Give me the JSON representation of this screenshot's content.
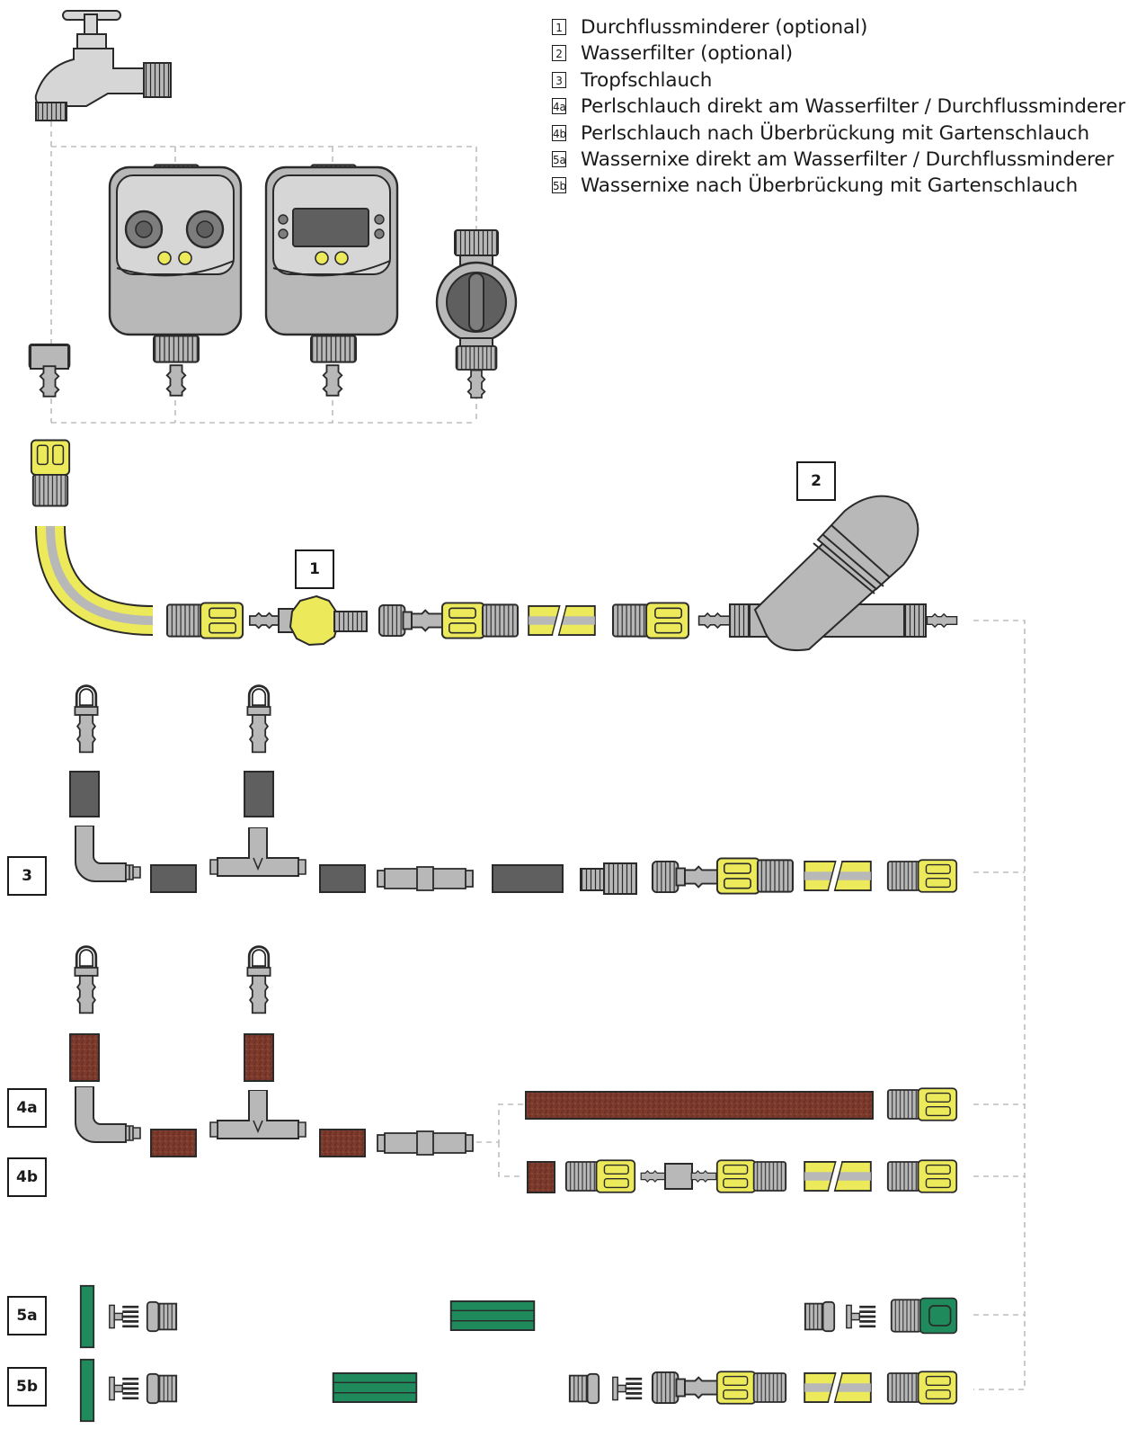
{
  "legend": [
    {
      "num": "1",
      "text": "Durchflussminderer (optional)"
    },
    {
      "num": "2",
      "text": "Wasserfilter (optional)"
    },
    {
      "num": "3",
      "text": "Tropfschlauch"
    },
    {
      "num": "4a",
      "text": "Perlschlauch direkt am Wasserfilter / Durchflussminderer"
    },
    {
      "num": "4b",
      "text": "Perlschlauch nach Überbrückung mit Gartenschlauch"
    },
    {
      "num": "5a",
      "text": "Wassernixe direkt am Wasserfilter / Durchflussminderer"
    },
    {
      "num": "5b",
      "text": "Wassernixe nach Überbrückung mit Gartenschlauch"
    }
  ],
  "callouts": {
    "c1": "1",
    "c2": "2",
    "c3": "3",
    "c4a": "4a",
    "c4b": "4b",
    "c5a": "5a",
    "c5b": "5b"
  },
  "colors": {
    "grey_body": "#b8b8b8",
    "grey_dark": "#7d7d7d",
    "tube_dark": "#5f5f5f",
    "yellow": "#ecea5b",
    "porous_brown": "#7b3a2c",
    "green_hose": "#1f8a5c",
    "outline": "#2a2a2a",
    "dash": "#bdbdbd"
  },
  "icons": [
    "faucet-icon",
    "twin-dial-timer-icon",
    "digital-timer-icon",
    "valve-timer-icon",
    "hose-connector-icon",
    "garden-hose-icon",
    "flow-reducer-icon",
    "water-filter-icon",
    "tee-connector-icon",
    "elbow-connector-icon",
    "end-plug-icon",
    "drip-hose-icon",
    "porous-hose-icon",
    "sprinkler-hose-icon"
  ]
}
